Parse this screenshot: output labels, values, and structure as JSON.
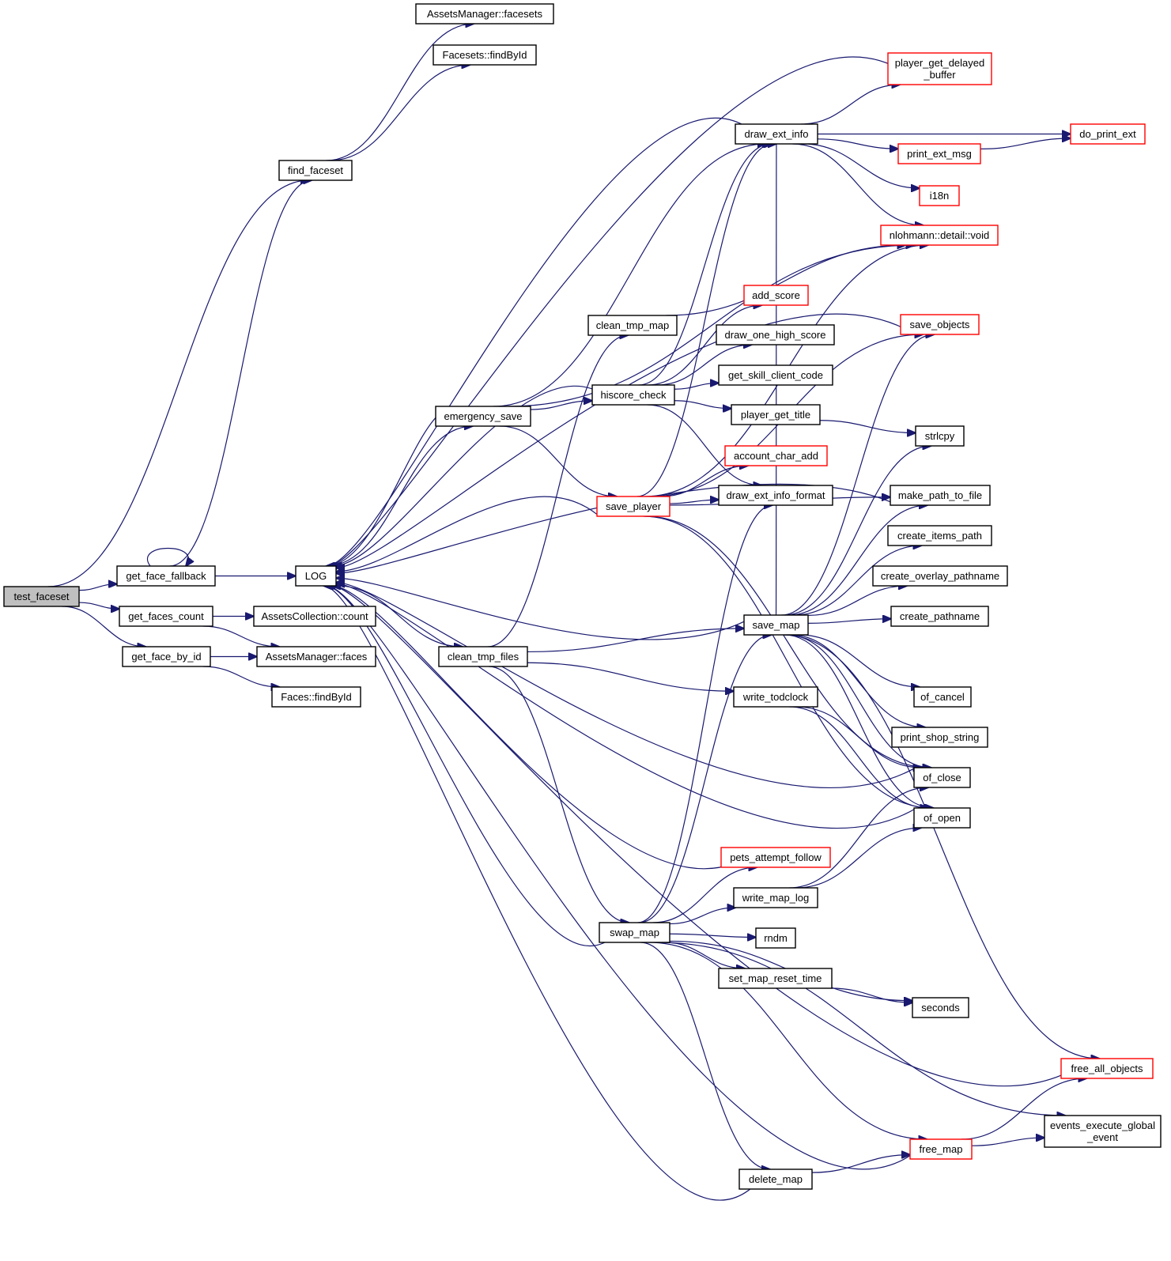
{
  "graph": {
    "edge_color": "#191970",
    "link_border_color": "#ff0000",
    "nodes": [
      {
        "id": "test_faceset",
        "lines": [
          "test_faceset"
        ],
        "root": true
      },
      {
        "id": "get_face_fallback",
        "lines": [
          "get_face_fallback"
        ]
      },
      {
        "id": "get_faces_count",
        "lines": [
          "get_faces_count"
        ]
      },
      {
        "id": "get_face_by_id",
        "lines": [
          "get_face_by_id"
        ]
      },
      {
        "id": "find_faceset",
        "lines": [
          "find_faceset"
        ]
      },
      {
        "id": "AssetsManager_facesets",
        "lines": [
          "AssetsManager::facesets"
        ]
      },
      {
        "id": "Facesets_findById",
        "lines": [
          "Facesets::findById"
        ]
      },
      {
        "id": "LOG",
        "lines": [
          "LOG"
        ]
      },
      {
        "id": "AssetsCollection_count",
        "lines": [
          "AssetsCollection::count"
        ]
      },
      {
        "id": "AssetsManager_faces",
        "lines": [
          "AssetsManager::faces"
        ]
      },
      {
        "id": "Faces_findById",
        "lines": [
          "Faces::findById"
        ]
      },
      {
        "id": "emergency_save",
        "lines": [
          "emergency_save"
        ]
      },
      {
        "id": "clean_tmp_files",
        "lines": [
          "clean_tmp_files"
        ]
      },
      {
        "id": "clean_tmp_map",
        "lines": [
          "clean_tmp_map"
        ]
      },
      {
        "id": "hiscore_check",
        "lines": [
          "hiscore_check"
        ]
      },
      {
        "id": "save_player",
        "lines": [
          "save_player"
        ],
        "red": true
      },
      {
        "id": "swap_map",
        "lines": [
          "swap_map"
        ]
      },
      {
        "id": "draw_ext_info",
        "lines": [
          "draw_ext_info"
        ]
      },
      {
        "id": "add_score",
        "lines": [
          "add_score"
        ],
        "red": true
      },
      {
        "id": "draw_one_high_score",
        "lines": [
          "draw_one_high_score"
        ]
      },
      {
        "id": "get_skill_client_code",
        "lines": [
          "get_skill_client_code"
        ]
      },
      {
        "id": "player_get_title",
        "lines": [
          "player_get_title"
        ]
      },
      {
        "id": "account_char_add",
        "lines": [
          "account_char_add"
        ],
        "red": true
      },
      {
        "id": "draw_ext_info_format",
        "lines": [
          "draw_ext_info_format"
        ]
      },
      {
        "id": "save_map",
        "lines": [
          "save_map"
        ]
      },
      {
        "id": "write_todclock",
        "lines": [
          "write_todclock"
        ]
      },
      {
        "id": "pets_attempt_follow",
        "lines": [
          "pets_attempt_follow"
        ],
        "red": true
      },
      {
        "id": "write_map_log",
        "lines": [
          "write_map_log"
        ]
      },
      {
        "id": "rndm",
        "lines": [
          "rndm"
        ]
      },
      {
        "id": "set_map_reset_time",
        "lines": [
          "set_map_reset_time"
        ]
      },
      {
        "id": "delete_map",
        "lines": [
          "delete_map"
        ]
      },
      {
        "id": "player_get_delayed_buffer",
        "lines": [
          "player_get_delayed",
          "_buffer"
        ],
        "red": true
      },
      {
        "id": "do_print_ext",
        "lines": [
          "do_print_ext"
        ],
        "red": true
      },
      {
        "id": "print_ext_msg",
        "lines": [
          "print_ext_msg"
        ],
        "red": true
      },
      {
        "id": "i18n",
        "lines": [
          "i18n"
        ],
        "red": true
      },
      {
        "id": "nlohmann_detail_void",
        "lines": [
          "nlohmann::detail::void"
        ],
        "red": true
      },
      {
        "id": "save_objects",
        "lines": [
          "save_objects"
        ],
        "red": true
      },
      {
        "id": "strlcpy",
        "lines": [
          "strlcpy"
        ]
      },
      {
        "id": "make_path_to_file",
        "lines": [
          "make_path_to_file"
        ]
      },
      {
        "id": "create_items_path",
        "lines": [
          "create_items_path"
        ]
      },
      {
        "id": "create_overlay_pathname",
        "lines": [
          "create_overlay_pathname"
        ]
      },
      {
        "id": "create_pathname",
        "lines": [
          "create_pathname"
        ]
      },
      {
        "id": "of_cancel",
        "lines": [
          "of_cancel"
        ]
      },
      {
        "id": "print_shop_string",
        "lines": [
          "print_shop_string"
        ]
      },
      {
        "id": "of_close",
        "lines": [
          "of_close"
        ]
      },
      {
        "id": "of_open",
        "lines": [
          "of_open"
        ]
      },
      {
        "id": "seconds",
        "lines": [
          "seconds"
        ]
      },
      {
        "id": "free_all_objects",
        "lines": [
          "free_all_objects"
        ],
        "red": true
      },
      {
        "id": "events_execute_global_event",
        "lines": [
          "events_execute_global",
          "_event"
        ]
      },
      {
        "id": "free_map",
        "lines": [
          "free_map"
        ],
        "red": true
      }
    ],
    "edges": [
      [
        "test_faceset",
        "get_face_fallback"
      ],
      [
        "test_faceset",
        "get_faces_count"
      ],
      [
        "test_faceset",
        "get_face_by_id"
      ],
      [
        "test_faceset",
        "find_faceset"
      ],
      [
        "get_face_fallback",
        "get_face_fallback"
      ],
      [
        "get_face_fallback",
        "find_faceset"
      ],
      [
        "get_face_fallback",
        "LOG"
      ],
      [
        "find_faceset",
        "AssetsManager_facesets"
      ],
      [
        "find_faceset",
        "Facesets_findById"
      ],
      [
        "get_faces_count",
        "AssetsCollection_count"
      ],
      [
        "get_faces_count",
        "AssetsManager_faces"
      ],
      [
        "get_face_by_id",
        "AssetsManager_faces"
      ],
      [
        "get_face_by_id",
        "Faces_findById"
      ],
      [
        "LOG",
        "emergency_save"
      ],
      [
        "LOG",
        "clean_tmp_files"
      ],
      [
        "emergency_save",
        "LOG"
      ],
      [
        "emergency_save",
        "hiscore_check"
      ],
      [
        "emergency_save",
        "save_player"
      ],
      [
        "emergency_save",
        "draw_ext_info"
      ],
      [
        "emergency_save",
        "nlohmann_detail_void"
      ],
      [
        "clean_tmp_files",
        "clean_tmp_map"
      ],
      [
        "clean_tmp_files",
        "save_map"
      ],
      [
        "clean_tmp_files",
        "write_todclock"
      ],
      [
        "clean_tmp_files",
        "swap_map"
      ],
      [
        "clean_tmp_map",
        "nlohmann_detail_void"
      ],
      [
        "hiscore_check",
        "LOG"
      ],
      [
        "hiscore_check",
        "add_score"
      ],
      [
        "hiscore_check",
        "draw_one_high_score"
      ],
      [
        "hiscore_check",
        "get_skill_client_code"
      ],
      [
        "hiscore_check",
        "player_get_title"
      ],
      [
        "hiscore_check",
        "draw_ext_info_format"
      ],
      [
        "hiscore_check",
        "draw_ext_info"
      ],
      [
        "save_player",
        "LOG"
      ],
      [
        "save_player",
        "account_char_add"
      ],
      [
        "save_player",
        "draw_ext_info_format"
      ],
      [
        "save_player",
        "draw_ext_info"
      ],
      [
        "save_player",
        "make_path_to_file"
      ],
      [
        "save_player",
        "of_open"
      ],
      [
        "save_player",
        "of_close"
      ],
      [
        "save_player",
        "save_objects"
      ],
      [
        "save_player",
        "nlohmann_detail_void"
      ],
      [
        "draw_ext_info",
        "LOG"
      ],
      [
        "draw_ext_info",
        "player_get_delayed_buffer"
      ],
      [
        "draw_ext_info",
        "do_print_ext"
      ],
      [
        "draw_ext_info",
        "print_ext_msg"
      ],
      [
        "draw_ext_info",
        "i18n"
      ],
      [
        "draw_ext_info",
        "nlohmann_detail_void"
      ],
      [
        "player_get_delayed_buffer",
        "LOG"
      ],
      [
        "print_ext_msg",
        "do_print_ext"
      ],
      [
        "player_get_title",
        "strlcpy"
      ],
      [
        "save_objects",
        "LOG"
      ],
      [
        "make_path_to_file",
        "LOG"
      ],
      [
        "save_map",
        "LOG"
      ],
      [
        "save_map",
        "draw_ext_info"
      ],
      [
        "save_map",
        "save_objects"
      ],
      [
        "save_map",
        "strlcpy"
      ],
      [
        "save_map",
        "make_path_to_file"
      ],
      [
        "save_map",
        "create_items_path"
      ],
      [
        "save_map",
        "create_overlay_pathname"
      ],
      [
        "save_map",
        "create_pathname"
      ],
      [
        "save_map",
        "of_cancel"
      ],
      [
        "save_map",
        "print_shop_string"
      ],
      [
        "save_map",
        "of_close"
      ],
      [
        "save_map",
        "of_open"
      ],
      [
        "save_map",
        "free_all_objects"
      ],
      [
        "write_todclock",
        "of_close"
      ],
      [
        "write_todclock",
        "of_open"
      ],
      [
        "of_close",
        "LOG"
      ],
      [
        "of_open",
        "LOG"
      ],
      [
        "swap_map",
        "LOG"
      ],
      [
        "swap_map",
        "save_map"
      ],
      [
        "swap_map",
        "draw_ext_info_format"
      ],
      [
        "swap_map",
        "pets_attempt_follow"
      ],
      [
        "swap_map",
        "write_map_log"
      ],
      [
        "swap_map",
        "rndm"
      ],
      [
        "swap_map",
        "set_map_reset_time"
      ],
      [
        "swap_map",
        "seconds"
      ],
      [
        "swap_map",
        "delete_map"
      ],
      [
        "swap_map",
        "free_map"
      ],
      [
        "swap_map",
        "events_execute_global_event"
      ],
      [
        "pets_attempt_follow",
        "LOG"
      ],
      [
        "write_map_log",
        "of_close"
      ],
      [
        "write_map_log",
        "of_open"
      ],
      [
        "set_map_reset_time",
        "seconds"
      ],
      [
        "delete_map",
        "LOG"
      ],
      [
        "delete_map",
        "free_map"
      ],
      [
        "free_map",
        "LOG"
      ],
      [
        "free_map",
        "free_all_objects"
      ],
      [
        "free_map",
        "events_execute_global_event"
      ],
      [
        "free_all_objects",
        "LOG"
      ]
    ]
  }
}
